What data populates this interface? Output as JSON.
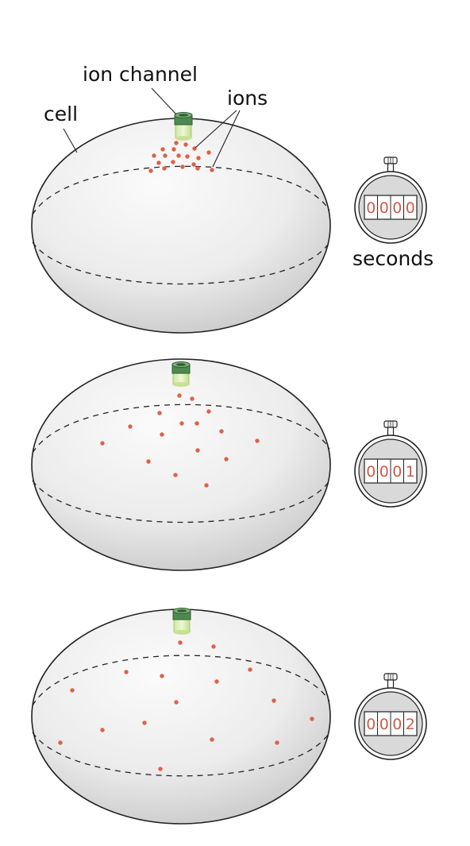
{
  "labels": {
    "ion_channel": "ion channel",
    "ions": "ions",
    "cell": "cell",
    "seconds": "seconds"
  },
  "colors": {
    "ion": "#e06046",
    "channel_dark": "#2f6a36",
    "channel_light": "#d7ecab",
    "cell_light": "#f7f7f7",
    "cell_dark": "#c8c8c8",
    "digit": "#d05a4a",
    "watch_face": "#d9d9d9"
  },
  "panels": [
    {
      "timer": [
        "0",
        "0",
        "0",
        "0"
      ]
    },
    {
      "timer": [
        "0",
        "0",
        "0",
        "1"
      ]
    },
    {
      "timer": [
        "0",
        "0",
        "0",
        "2"
      ]
    }
  ]
}
